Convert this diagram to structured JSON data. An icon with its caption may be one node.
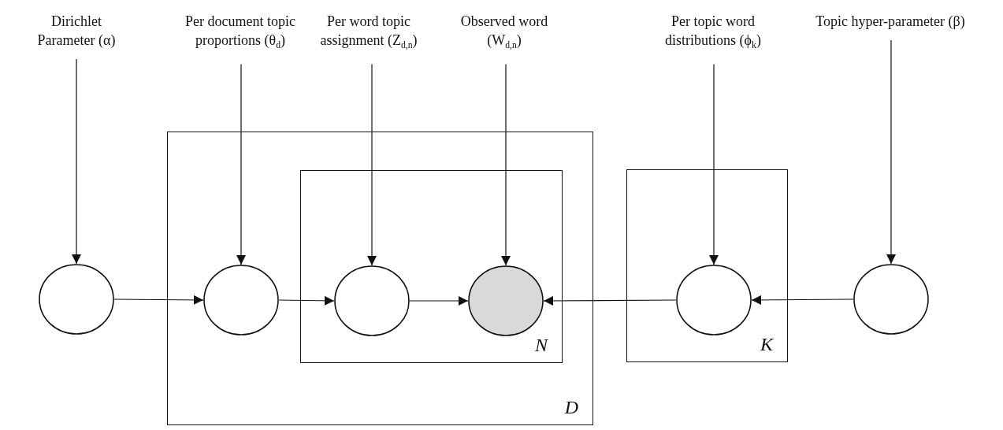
{
  "diagram": {
    "nodes": [
      {
        "text": [
          "Dirichlet Parameter (α)"
        ]
      },
      {
        "text": [
          "Per document topic proportions (θ$_{d}$)"
        ]
      },
      {
        "text": [
          "Per word topic assignment (Z$_{d,n}$)"
        ]
      },
      {
        "text": [
          "Observed word (W$_{d,n}$)"
        ]
      },
      {
        "text": [
          "Per topic word distributions (ϕ$_{k}$)"
        ]
      },
      {
        "text": [
          "Topic hyper-parameter (β)"
        ]
      },
      {
        "text": [
          "D"
        ]
      },
      {
        "text": [
          "N"
        ],
        "in": 6
      },
      {
        "text": [
          "K"
        ]
      },
      {
        "text": [],
        "shape": "circle"
      },
      {
        "text": [],
        "shape": "circle",
        "in": 6
      },
      {
        "text": [],
        "shape": "circle",
        "in": 7
      },
      {
        "text": [],
        "shape": "circle",
        "in": 7
      },
      {
        "text": [],
        "shape": "circle",
        "in": 8
      },
      {
        "text": [],
        "shape": "circle"
      }
    ],
    "edges": [
      {
        "from": 0,
        "to": 9,
        "arrow": "to"
      },
      {
        "from": 1,
        "to": 10,
        "arrow": "to"
      },
      {
        "from": 2,
        "to": 11,
        "arrow": "to"
      },
      {
        "from": 3,
        "to": 12,
        "arrow": "to"
      },
      {
        "from": 4,
        "to": 13,
        "arrow": "to"
      },
      {
        "from": 5,
        "to": 14,
        "arrow": "to"
      },
      {
        "from": 9,
        "to": 10,
        "arrow": "to"
      },
      {
        "from": 10,
        "to": 11,
        "arrow": "to"
      },
      {
        "from": 11,
        "to": 12,
        "arrow": "to"
      },
      {
        "from": 13,
        "to": 12,
        "arrow": "to"
      },
      {
        "from": 14,
        "to": 13,
        "arrow": "to"
      }
    ]
  }
}
